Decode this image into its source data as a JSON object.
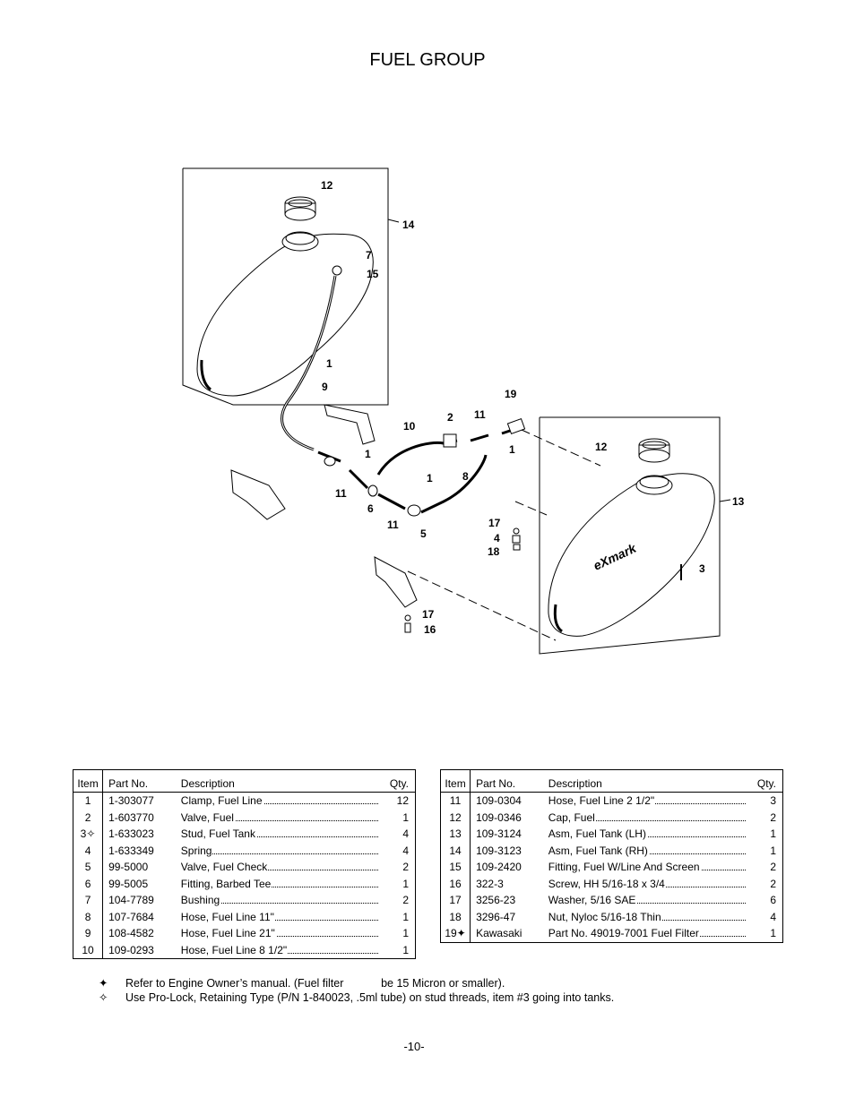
{
  "title": "FUEL GROUP",
  "diagram_callouts": [
    "12",
    "14",
    "7",
    "15",
    "1",
    "9",
    "19",
    "2",
    "11",
    "10",
    "1",
    "12",
    "13",
    "1",
    "8",
    "11",
    "1",
    "6",
    "11",
    "5",
    "17",
    "4",
    "18",
    "3",
    "17",
    "16"
  ],
  "left_table": {
    "headers": {
      "item": "Item",
      "part": "Part No.",
      "desc": "Description",
      "qty": "Qty."
    },
    "rows": [
      {
        "item": "1",
        "part": "1-303077",
        "desc": "Clamp, Fuel Line",
        "qty": "12"
      },
      {
        "item": "2",
        "part": "1-603770",
        "desc": "Valve, Fuel",
        "qty": "1"
      },
      {
        "item": "3✧",
        "part": "1-633023",
        "desc": "Stud, Fuel Tank",
        "qty": "4"
      },
      {
        "item": "4",
        "part": "1-633349",
        "desc": "Spring",
        "qty": "4"
      },
      {
        "item": "5",
        "part": "99-5000",
        "desc": "Valve, Fuel Check",
        "qty": "2"
      },
      {
        "item": "6",
        "part": "99-5005",
        "desc": "Fitting, Barbed Tee",
        "qty": "1"
      },
      {
        "item": "7",
        "part": "104-7789",
        "desc": "Bushing",
        "qty": "2"
      },
      {
        "item": "8",
        "part": "107-7684",
        "desc": "Hose, Fuel Line 11\"",
        "qty": "1"
      },
      {
        "item": "9",
        "part": "108-4582",
        "desc": "Hose, Fuel Line 21\"",
        "qty": "1"
      },
      {
        "item": "10",
        "part": "109-0293",
        "desc": "Hose, Fuel Line 8 1/2\"",
        "qty": "1"
      }
    ]
  },
  "right_table": {
    "headers": {
      "item": "Item",
      "part": "Part No.",
      "desc": "Description",
      "qty": "Qty."
    },
    "rows": [
      {
        "item": "11",
        "part": "109-0304",
        "desc": "Hose, Fuel Line 2 1/2\"",
        "qty": "3"
      },
      {
        "item": "12",
        "part": "109-0346",
        "desc": "Cap, Fuel",
        "qty": "2"
      },
      {
        "item": "13",
        "part": "109-3124",
        "desc": "Asm, Fuel Tank (LH)",
        "qty": "1"
      },
      {
        "item": "14",
        "part": "109-3123",
        "desc": "Asm, Fuel Tank (RH)",
        "qty": "1"
      },
      {
        "item": "15",
        "part": "109-2420",
        "desc": "Fitting, Fuel W/Line And Screen",
        "qty": "2"
      },
      {
        "item": "16",
        "part": "322-3",
        "desc": "Screw, HH 5/16-18 x 3/4",
        "qty": "2"
      },
      {
        "item": "17",
        "part": "3256-23",
        "desc": "Washer, 5/16 SAE",
        "qty": "6"
      },
      {
        "item": "18",
        "part": "3296-47",
        "desc": "Nut, Nyloc 5/16-18 Thin",
        "qty": "4"
      },
      {
        "item": "19✦",
        "part": "Kawasaki",
        "desc": "Part No. 49019-7001 Fuel Filter",
        "qty": "1"
      }
    ]
  },
  "notes": [
    {
      "symbol": "✦",
      "text": "Refer to Engine Owner’s manual. (Fuel filter            be 15 Micron or smaller)."
    },
    {
      "symbol": "✧",
      "text": "Use Pro-Lock, Retaining Type (P/N 1-840023, .5ml tube) on stud threads, item #3 going into tanks."
    }
  ],
  "page_number": "-10-",
  "logo_text": "eXmark"
}
